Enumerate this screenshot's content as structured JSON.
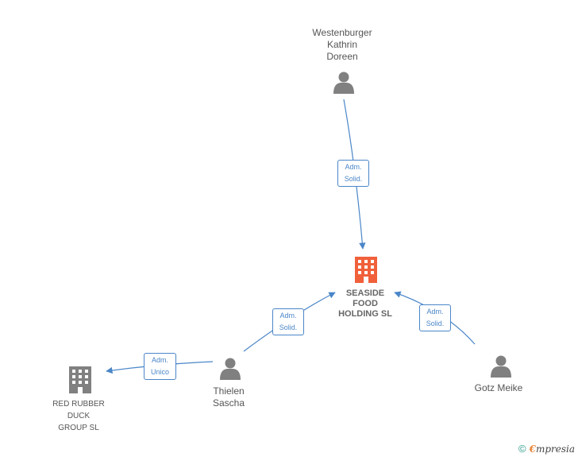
{
  "nodes": {
    "westenburger": {
      "label": "Westenburger\nKathrin\nDoreen",
      "type": "person",
      "icon": "person-icon"
    },
    "seaside": {
      "label": "SEASIDE\nFOOD\nHOLDING  SL",
      "type": "company-main",
      "icon": "building-icon"
    },
    "thielen": {
      "label": "Thielen\nSascha",
      "type": "person",
      "icon": "person-icon"
    },
    "gotz": {
      "label": "Gotz Meike",
      "type": "person",
      "icon": "person-icon"
    },
    "redrubber": {
      "label": "RED RUBBER\nDUCK\nGROUP  SL",
      "type": "company",
      "icon": "building-icon"
    }
  },
  "edges": [
    {
      "from": "westenburger",
      "to": "seaside",
      "line1": "Adm.",
      "line2": "Solid."
    },
    {
      "from": "thielen",
      "to": "seaside",
      "line1": "Adm.",
      "line2": "Solid."
    },
    {
      "from": "gotz",
      "to": "seaside",
      "line1": "Adm.",
      "line2": "Solid."
    },
    {
      "from": "thielen",
      "to": "redrubber",
      "line1": "Adm.",
      "line2": "Unico"
    }
  ],
  "colors": {
    "edge": "#4a86c8",
    "person_icon": "#808080",
    "main_company_icon": "#f0603a",
    "company_icon": "#808080"
  },
  "footer": {
    "copyright_symbol": "©",
    "brand_first": "€",
    "brand_rest": "mpresia"
  }
}
